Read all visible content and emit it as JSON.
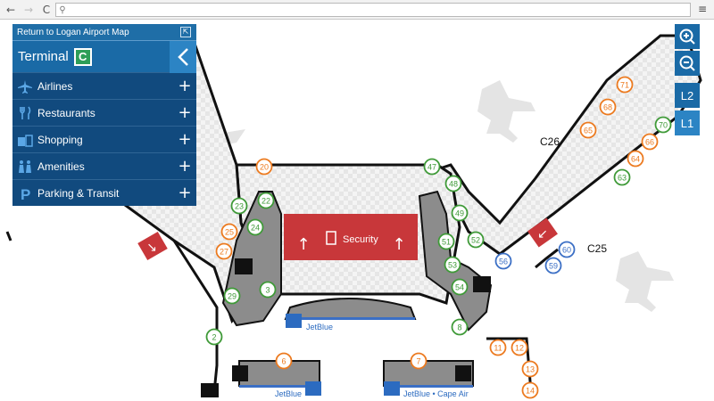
{
  "browser": {
    "back_icon": "back-arrow-icon",
    "forward_icon": "forward-arrow-icon",
    "reload_icon": "reload-icon",
    "address_value": "",
    "back_glyph": "←",
    "forward_glyph": "→",
    "reload_glyph": "C",
    "search_glyph": "⚲",
    "menu_glyph": "≡"
  },
  "panel": {
    "return_label": "Return to Logan Airport Map",
    "terminal_label": "Terminal",
    "terminal_letter": "C",
    "items": [
      {
        "label": "Airlines",
        "icon": "airplane-icon"
      },
      {
        "label": "Restaurants",
        "icon": "fork-knife-icon"
      },
      {
        "label": "Shopping",
        "icon": "shopping-bags-icon"
      },
      {
        "label": "Amenities",
        "icon": "people-icon"
      },
      {
        "label": "Parking & Transit",
        "icon": "parking-icon"
      }
    ],
    "plus_glyph": "+"
  },
  "controls": {
    "zoom_in": "zoom-in-icon",
    "zoom_out": "zoom-out-icon",
    "level_2": "L2",
    "level_1": "L1"
  },
  "map": {
    "security_label": "Security",
    "area_labels": {
      "c26": "C26",
      "c25": "C25"
    },
    "airline_labels": {
      "jetblue_center": "JetBlue",
      "jetblue_left": "JetBlue",
      "jetblue_capeair": "JetBlue • Cape Air"
    },
    "gates_green": [
      "2",
      "3",
      "22",
      "23",
      "24",
      "29",
      "47",
      "48",
      "49",
      "51",
      "52",
      "53",
      "54",
      "8",
      "63",
      "70"
    ],
    "gates_orange": [
      "6",
      "7",
      "11",
      "12",
      "13",
      "14",
      "20",
      "25",
      "27",
      "64",
      "65",
      "66",
      "68",
      "71"
    ],
    "gates_blue": [
      "56",
      "59",
      "60"
    ],
    "colors": {
      "gate_green": "#3f9a38",
      "gate_orange": "#ec7a1f",
      "gate_blue": "#3b6fc5",
      "security_red": "#c8373a",
      "panel_blue": "#1a6aa6",
      "panel_dark": "#114a7e"
    }
  }
}
